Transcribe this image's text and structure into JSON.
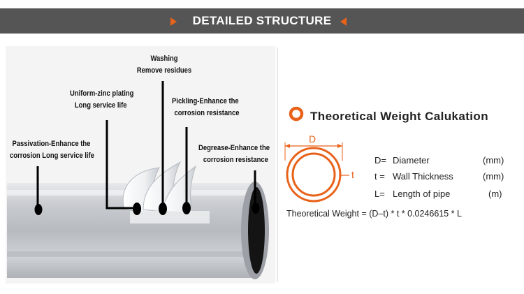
{
  "banner": {
    "title": "DETAILED STRUCTURE",
    "accent_color": "#e8621a",
    "bg_color": "#555555"
  },
  "pipe_diagram": {
    "labels": {
      "washing_1": "Washing",
      "washing_2": "Remove residues",
      "zinc_1": "Uniform-zinc plating",
      "zinc_2": "Long service life",
      "pickling_1": "Pickling-Enhance the",
      "pickling_2": "corrosion resistance",
      "passivation_1": "Passivation-Enhance the",
      "passivation_2": "corrosion Long service life",
      "degrease_1": "Degrease-Enhance the",
      "degrease_2": "corrosion resistance"
    }
  },
  "calculation": {
    "title": "Theoretical Weight Calukation",
    "diagram_label_d": "D",
    "diagram_label_t": "t",
    "legend": [
      {
        "symbol": "D=",
        "name": "Diameter",
        "unit": "(mm)"
      },
      {
        "symbol": "t =",
        "name": "Wall Thickness",
        "unit": "(mm)"
      },
      {
        "symbol": "L=",
        "name": "Length of pipe",
        "unit": "(m)"
      }
    ],
    "formula": "Theoretical Weight = (D–t) * t * 0.0246615 * L",
    "ring_color": "#e8621a"
  }
}
